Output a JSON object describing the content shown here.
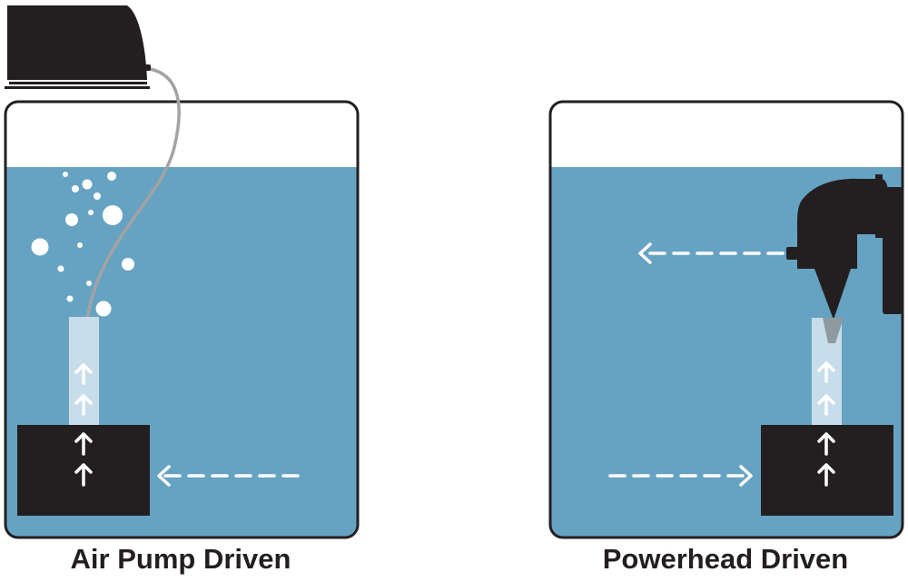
{
  "captions": {
    "left": "Air Pump Driven",
    "right": "Powerhead Driven"
  },
  "colors": {
    "water": "#66a3c2",
    "outline": "#231f20",
    "device": "#231f20",
    "tube": "#c7dde9",
    "air_hose": "#a3a3a3",
    "bubble": "#ffffff",
    "arrow": "#ffffff"
  },
  "icons": {
    "air_pump": "air-pump-icon",
    "powerhead": "powerhead-icon",
    "sponge_filter": "sponge-filter-block",
    "flow_arrow": "dashed-arrow-icon",
    "up_arrow": "up-arrow-icon",
    "bubbles": "air-bubbles-icon"
  }
}
